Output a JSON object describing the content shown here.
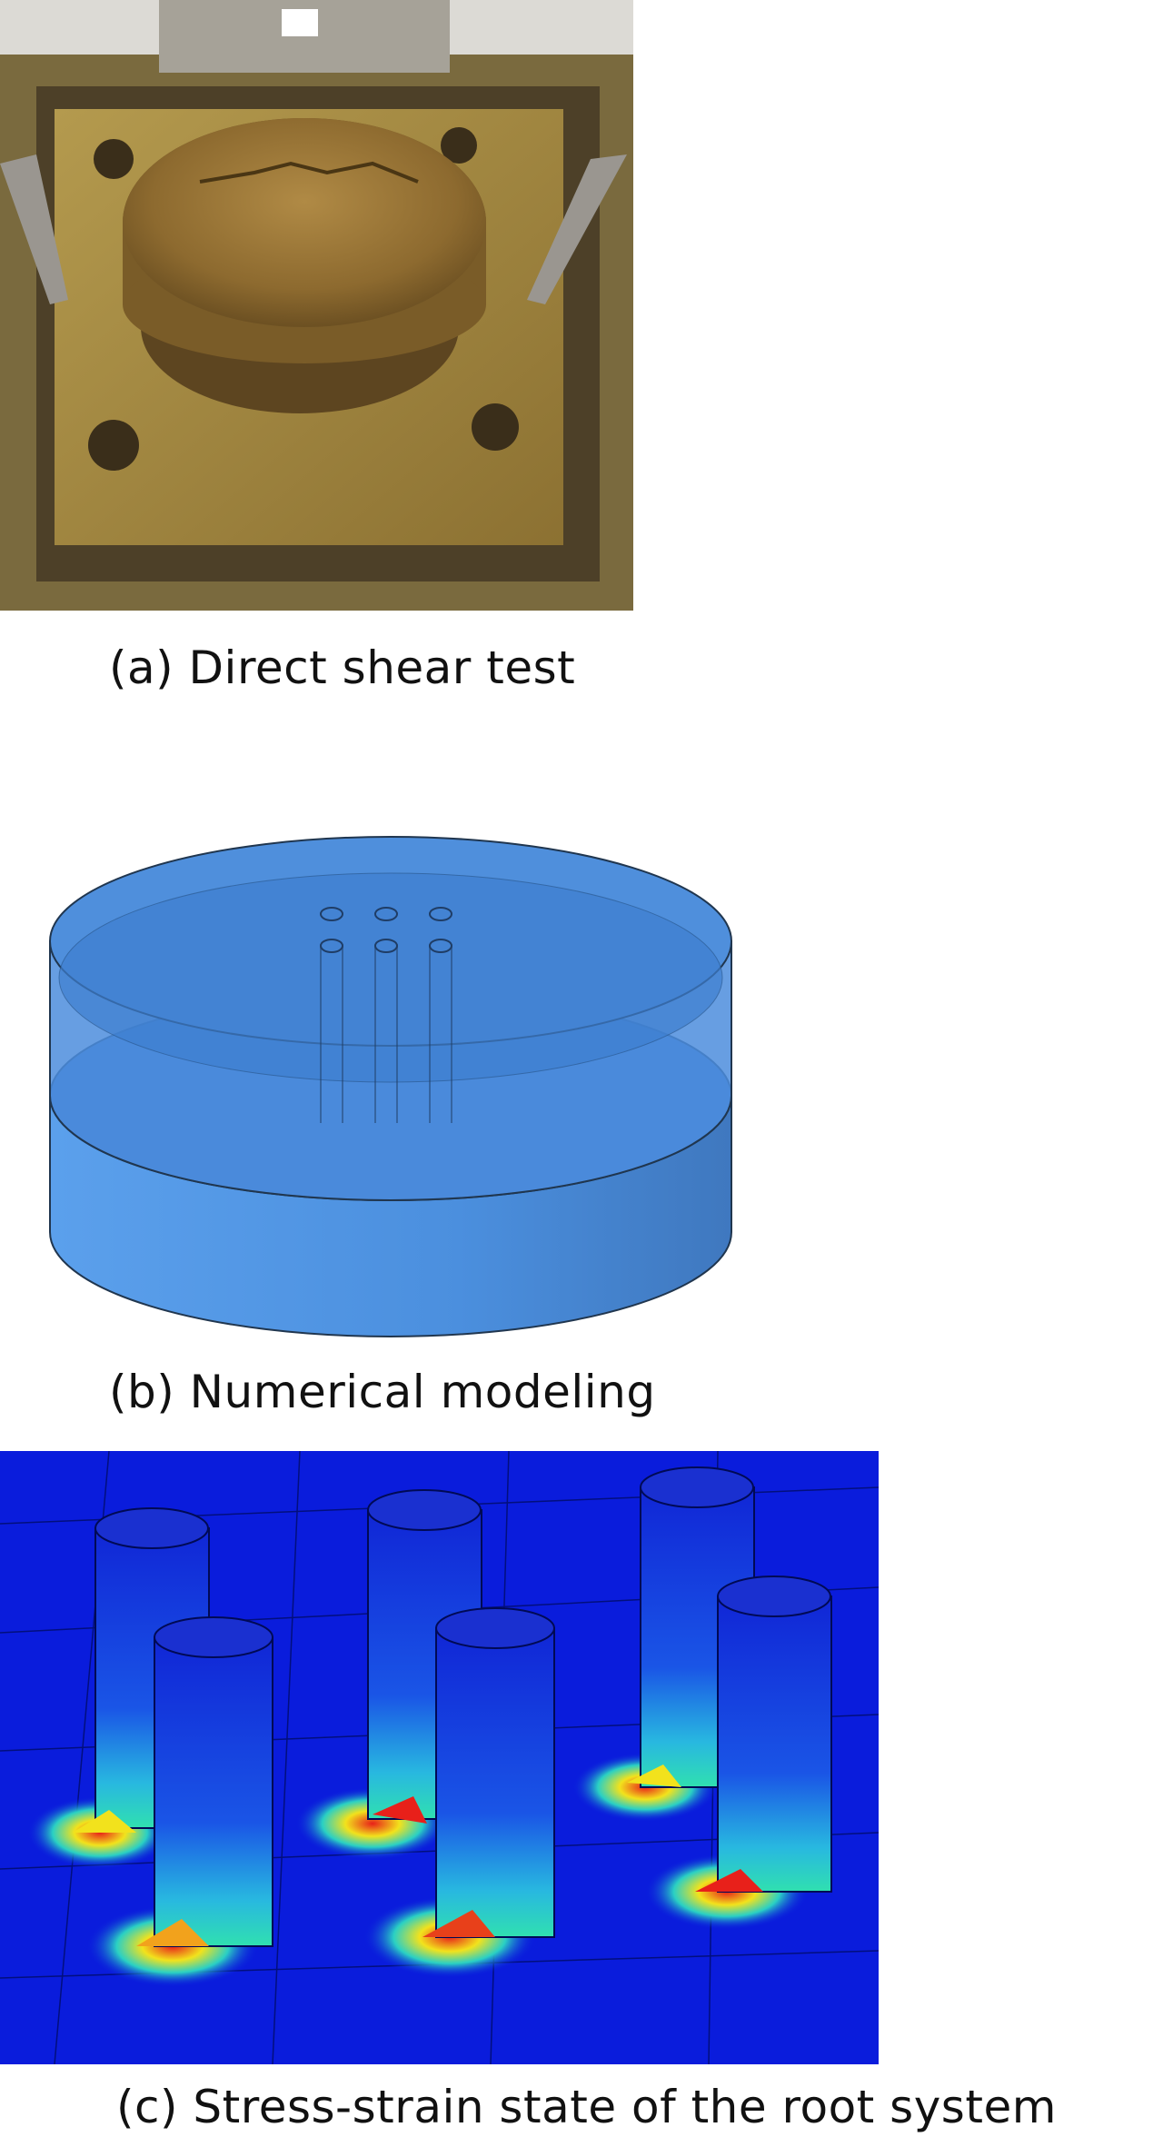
{
  "captions": {
    "a": "(a) Direct shear test",
    "b": "(b) Numerical modeling",
    "c": "(c) Stress-strain state of the root system"
  },
  "colors": {
    "brass": "#a88a3c",
    "soil": "#8a6a2e",
    "model_blue": "#3f86d8",
    "mesh_background": "#0a1cdc",
    "stress_hot": "#e8201a",
    "stress_warm": "#f2e21c"
  }
}
